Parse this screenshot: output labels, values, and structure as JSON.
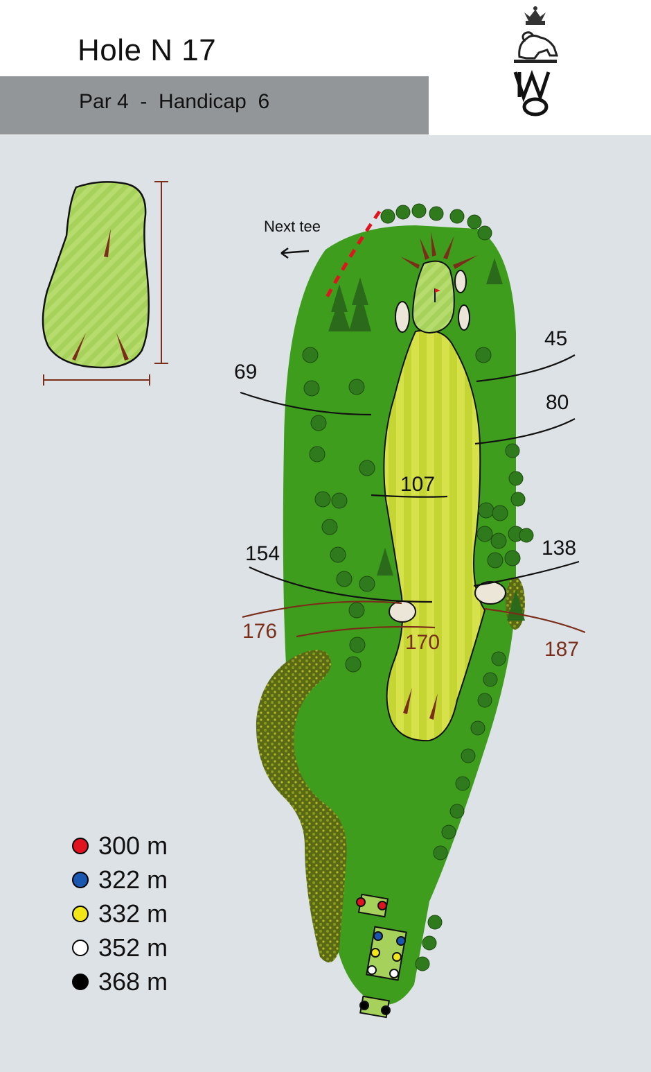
{
  "hole": {
    "title": "Hole N 17",
    "subtitle": "Par 4  -  Handicap  6"
  },
  "next_tee_label": "Next tee",
  "distances": {
    "d45": "45",
    "d80": "80",
    "d69": "69",
    "d107": "107",
    "d138": "138",
    "d154": "154",
    "d176": "176",
    "d170": "170",
    "d187": "187"
  },
  "legend": [
    {
      "label": "300 m",
      "color": "#e0141e"
    },
    {
      "label": "322 m",
      "color": "#1a57b0"
    },
    {
      "label": "332 m",
      "color": "#f2e61a"
    },
    {
      "label": "352 m",
      "color": "#ffffff"
    },
    {
      "label": "368 m",
      "color": "#000000"
    }
  ],
  "colors": {
    "rough": "#3f9d1e",
    "fairway": "#c9d93a",
    "green": "#a9d45b",
    "bunker": "#ece6d8",
    "heavy_rough": "#5c6b12",
    "hazard_line": "#e0141e",
    "carry_line": "#7a2e1a"
  }
}
